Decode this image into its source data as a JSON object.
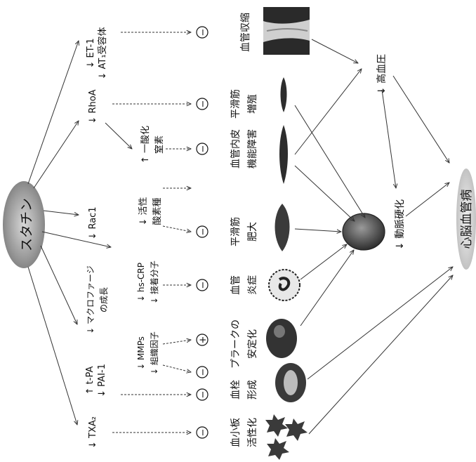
{
  "hub": {
    "label": "スタチン"
  },
  "mediators": [
    {
      "lines": [
        "↓ ET-1",
        "↓ AT₁受容体"
      ]
    },
    {
      "lines": [
        "↓ RhoA"
      ]
    },
    {
      "lines": [
        "↑ 一酸化",
        "窒素"
      ]
    },
    {
      "lines": [
        "↓ Rac1"
      ]
    },
    {
      "lines": [
        "↓ 活性",
        "酸素種"
      ]
    },
    {
      "lines": [
        "↓ マクロファージ",
        "の成長"
      ]
    },
    {
      "lines": [
        "↓ hs-CRP",
        "↓ 接着分子"
      ]
    },
    {
      "lines": [
        "↓ MMPs",
        "↓ 組織因子"
      ]
    },
    {
      "lines": [
        "↑ t-PA",
        "↓ PAI-1"
      ]
    },
    {
      "lines": [
        "↓ TXA₂"
      ]
    }
  ],
  "effects": [
    {
      "sign": "−",
      "lines": [
        "血管収縮"
      ]
    },
    {
      "sign": "−",
      "lines": [
        "平滑筋",
        "増殖"
      ]
    },
    {
      "sign": "−",
      "lines": [
        "血管内皮",
        "機能障害"
      ]
    },
    {
      "sign": "−",
      "lines": [
        "平滑筋",
        "肥大"
      ]
    },
    {
      "sign": "−",
      "lines": [
        "血管",
        "炎症"
      ]
    },
    {
      "sign": "+",
      "lines": [
        "プラークの",
        "安定化"
      ]
    },
    {
      "sign": "−",
      "lines": [
        "血栓",
        "形成"
      ]
    },
    {
      "sign": "−",
      "lines": [
        "血小板",
        "活性化"
      ]
    }
  ],
  "outcomes": {
    "hypertension": "↓ 高血圧",
    "arteriosclerosis": "↓ 動脈硬化",
    "cvd": "心脳血管病"
  },
  "colors": {
    "ink": "#111111",
    "hub": "#8f8f8f",
    "cvd": "#cfcfcf",
    "cell": "#4a4a4a"
  }
}
